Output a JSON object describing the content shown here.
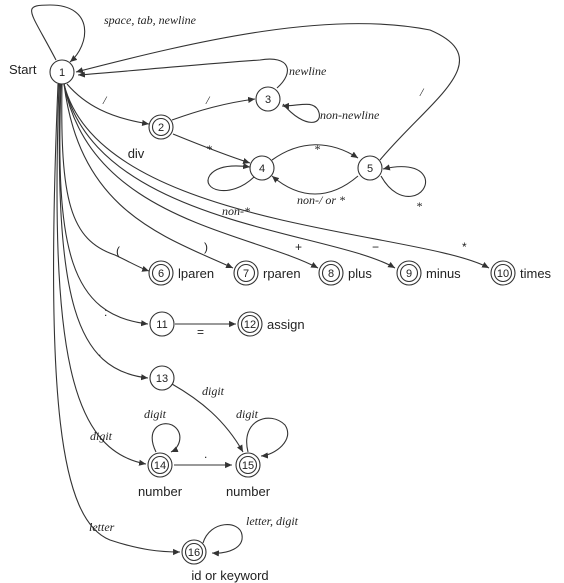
{
  "start_label": "Start",
  "states": [
    {
      "id": "1",
      "label": "1",
      "accepting": false
    },
    {
      "id": "2",
      "label": "2",
      "accepting": true,
      "token": "div"
    },
    {
      "id": "3",
      "label": "3",
      "accepting": false
    },
    {
      "id": "4",
      "label": "4",
      "accepting": false
    },
    {
      "id": "5",
      "label": "5",
      "accepting": false
    },
    {
      "id": "6",
      "label": "6",
      "accepting": true,
      "token": "lparen"
    },
    {
      "id": "7",
      "label": "7",
      "accepting": true,
      "token": "rparen"
    },
    {
      "id": "8",
      "label": "8",
      "accepting": true,
      "token": "plus"
    },
    {
      "id": "9",
      "label": "9",
      "accepting": true,
      "token": "minus"
    },
    {
      "id": "10",
      "label": "10",
      "accepting": true,
      "token": "times"
    },
    {
      "id": "11",
      "label": "11",
      "accepting": false
    },
    {
      "id": "12",
      "label": "12",
      "accepting": true,
      "token": "assign"
    },
    {
      "id": "13",
      "label": "13",
      "accepting": false
    },
    {
      "id": "14",
      "label": "14",
      "accepting": true,
      "token": "number"
    },
    {
      "id": "15",
      "label": "15",
      "accepting": true,
      "token": "number"
    },
    {
      "id": "16",
      "label": "16",
      "accepting": true,
      "token": "id or keyword"
    }
  ],
  "transitions": [
    {
      "id": "t1_1",
      "from": "1",
      "to": "1",
      "label": "space, tab, newline"
    },
    {
      "id": "t1_2",
      "from": "1",
      "to": "2",
      "label": "/"
    },
    {
      "id": "t2_3",
      "from": "2",
      "to": "3",
      "label": "/"
    },
    {
      "id": "t3_3",
      "from": "3",
      "to": "3",
      "label": "non-newline"
    },
    {
      "id": "t3_1",
      "from": "3",
      "to": "1",
      "label": "newline"
    },
    {
      "id": "t2_4",
      "from": "2",
      "to": "4",
      "label": "*"
    },
    {
      "id": "t4_4",
      "from": "4",
      "to": "4",
      "label": "non-*"
    },
    {
      "id": "t4_5",
      "from": "4",
      "to": "5",
      "label": "*"
    },
    {
      "id": "t5_4",
      "from": "5",
      "to": "4",
      "label": "non-/ or *"
    },
    {
      "id": "t5_5",
      "from": "5",
      "to": "5",
      "label": "*"
    },
    {
      "id": "t5_1",
      "from": "5",
      "to": "1",
      "label": "/"
    },
    {
      "id": "t1_6",
      "from": "1",
      "to": "6",
      "label": "("
    },
    {
      "id": "t1_7",
      "from": "1",
      "to": "7",
      "label": ")"
    },
    {
      "id": "t1_8",
      "from": "1",
      "to": "8",
      "label": "+"
    },
    {
      "id": "t1_9",
      "from": "1",
      "to": "9",
      "label": "−"
    },
    {
      "id": "t1_10",
      "from": "1",
      "to": "10",
      "label": "*"
    },
    {
      "id": "t1_11",
      "from": "1",
      "to": "11",
      "label": ":"
    },
    {
      "id": "t11_12",
      "from": "11",
      "to": "12",
      "label": "="
    },
    {
      "id": "t1_13",
      "from": "1",
      "to": "13",
      "label": "."
    },
    {
      "id": "t13_15",
      "from": "13",
      "to": "15",
      "label": "digit"
    },
    {
      "id": "t1_14",
      "from": "1",
      "to": "14",
      "label": "digit"
    },
    {
      "id": "t14_14",
      "from": "14",
      "to": "14",
      "label": "digit"
    },
    {
      "id": "t14_15",
      "from": "14",
      "to": "15",
      "label": "."
    },
    {
      "id": "t15_15",
      "from": "15",
      "to": "15",
      "label": "digit"
    },
    {
      "id": "t1_16",
      "from": "1",
      "to": "16",
      "label": "letter"
    },
    {
      "id": "t16_16",
      "from": "16",
      "to": "16",
      "label": "letter, digit"
    }
  ]
}
